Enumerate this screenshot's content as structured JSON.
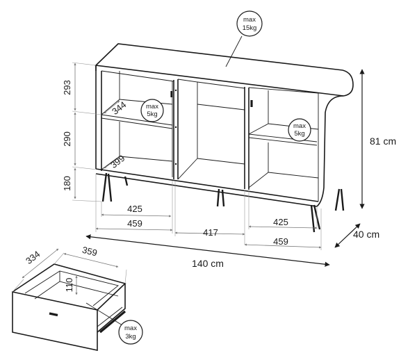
{
  "dimensions": {
    "height_upper": "293",
    "height_middle": "290",
    "height_lower": "180",
    "shelf_depth": "344",
    "inner_depth": "399",
    "inner_width_left": "425",
    "outer_width_left": "459",
    "center_width": "417",
    "inner_width_right": "425",
    "outer_width_right": "459",
    "total_width": "140 cm",
    "total_height": "81 cm",
    "total_depth": "40 cm",
    "drawer_depth": "334",
    "drawer_width": "359",
    "drawer_height": "110"
  },
  "load_badges": [
    {
      "id": "top",
      "line1": "max",
      "line2": "15kg"
    },
    {
      "id": "left-shelf",
      "line1": "max",
      "line2": "5kg"
    },
    {
      "id": "right-shelf",
      "line1": "max",
      "line2": "5kg"
    },
    {
      "id": "drawer",
      "line1": "max",
      "line2": "3kg"
    }
  ]
}
